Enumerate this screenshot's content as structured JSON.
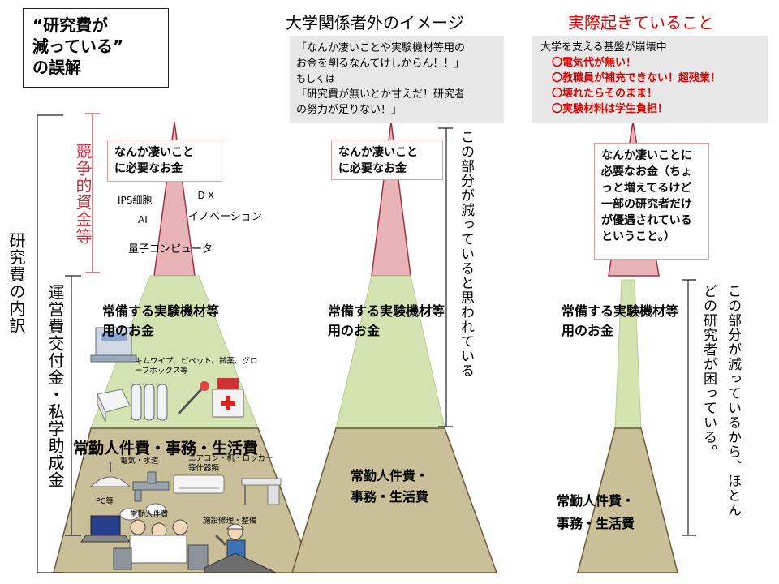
{
  "title": "“研究費が\n減っている”\nの誤解",
  "headers": {
    "outside": "大学関係者外のイメージ",
    "actual": "実際起きていること"
  },
  "outside_quotes": {
    "line1": "「なんか凄いことや実験機材等用の",
    "line2": "お金を削るなんてけしからん！！」",
    "line3": "もしくは",
    "line4": "「研究費が無いとか甘えだ！研究者",
    "line5": "の努力が足りない！」"
  },
  "actual_box": {
    "line1": "大学を支える基盤が崩壊中",
    "items": [
      "〇電気代が無い！",
      "〇教職員が補充できない！超残業！",
      "〇壊れたらそのまま！",
      "〇実験材料は学生負担！"
    ]
  },
  "left_labels": {
    "breakdown": "研究費の内訳",
    "competitive": "競争的資金等",
    "operational": "運営費交付金・私学助成金"
  },
  "spike_label": {
    "line1": "なんか凄いこと",
    "line2": "に必要なお金"
  },
  "spike_label_right": {
    "text": "なんか凄いことに必要なお金（ちょっと増えてるけど一部の研究者だけが優遇されているということ。）"
  },
  "buzzwords": [
    "IPS細胞",
    "ＤＸ",
    "AI",
    "イノベーション",
    "量子コンピュータ"
  ],
  "equipment_label": "常備する実験機材等用のお金",
  "consumables_label": "キムワイプ、ピペット、試薬、グローブボックス等",
  "personnel_label": "常勤人件費・事務・生活費",
  "personnel_label_mid": "常勤人件費・\n事務・生活費",
  "bottom_items": {
    "utilities": "電気・水道",
    "furniture": "エアコン・机・ロッカー等什器類",
    "pc": "PC等",
    "staff": "常勤人件費",
    "repair": "施設修理・整備"
  },
  "middle_annotation": "この部分が減っていると思われている",
  "right_annotation": "この部分が減っているから、ほとんどの研究者が困っている。",
  "colors": {
    "spike_fill": "#e8b4b8",
    "spike_stroke": "#a23040",
    "green_fill": "#d3e3b1",
    "base_fill": "#c9c09a",
    "base_stroke": "#6b5a3a",
    "red_text": "#e00000"
  }
}
